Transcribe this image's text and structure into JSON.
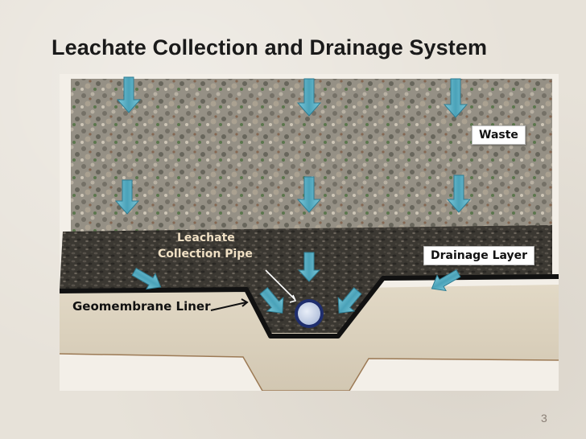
{
  "slide": {
    "title": "Leachate Collection and Drainage System",
    "page_number": "3"
  },
  "diagram": {
    "labels": {
      "waste": "Waste",
      "drainage_layer": "Drainage Layer",
      "leachate_pipe_line1": "Leachate",
      "leachate_pipe_line2": "Collection Pipe",
      "geomembrane": "Geomembrane Liner"
    },
    "colors": {
      "waste": "#8f887a",
      "drainage": "#3d3a34",
      "liner": "#111111",
      "soil": "#ddd4c2",
      "arrow": "#5fb3c9",
      "pipe": "#1f2e6e"
    }
  }
}
